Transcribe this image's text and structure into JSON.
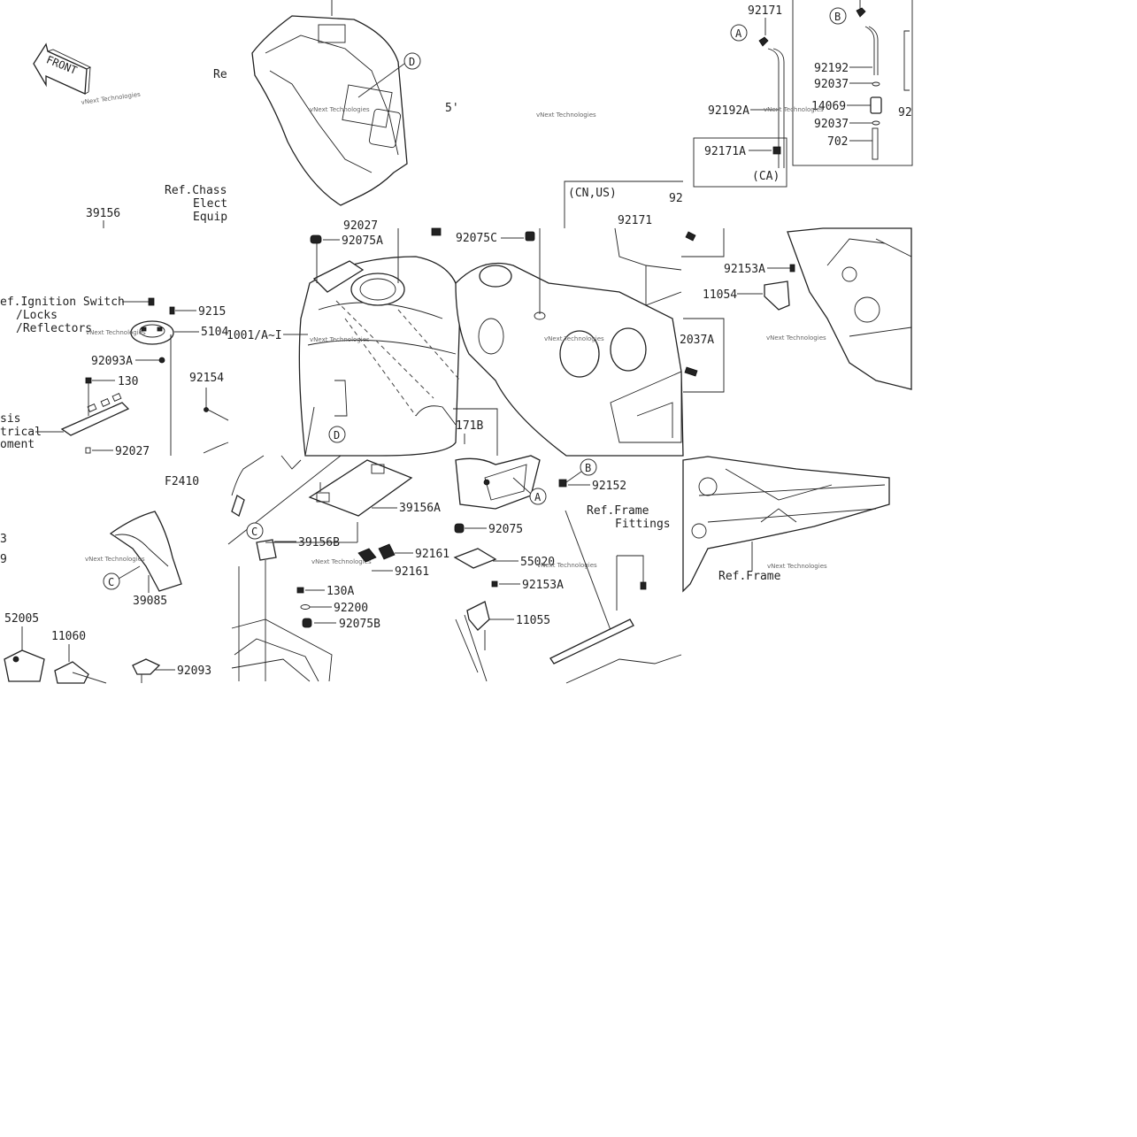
{
  "figure_code": "F2410",
  "front_label": "FRONT",
  "watermark": "vNext Technologies",
  "refs": {
    "re": "Re",
    "ref_chassis": [
      "Ref.Chass",
      "Elect",
      "Equip"
    ],
    "ref_ignition": [
      "ef.Ignition Switch",
      "/Locks",
      "/Reflectors"
    ],
    "ref_electrical": [
      "sis",
      "trical",
      "oment"
    ],
    "ref_frame_fittings": [
      "Ref.Frame",
      "Fittings"
    ],
    "ref_frame": "Ref.Frame",
    "region_cn_us": "(CN,US)",
    "region_ca": "(CA)"
  },
  "callouts": {
    "a": "A",
    "b": "B",
    "c": "C",
    "d": "D"
  },
  "part_numbers": {
    "p92171_top": "92171",
    "p92192": "92192",
    "p92037_1": "92037",
    "p92192a": "92192A",
    "p14069": "14069",
    "p92037_2": "92037",
    "p702": "702",
    "p92171a": "92171A",
    "p92_right": "92",
    "p92_mid": "92",
    "p92171_mid": "92171",
    "p39156": "39156",
    "p92027_top": "92027",
    "p92075a": "92075A",
    "p92075c": "92075C",
    "p51": "5'",
    "p92153a_1": "92153A",
    "p11054": "11054",
    "p9215": "9215",
    "p5104": "5104",
    "p1001": "1001/A~I",
    "p92093a": "92093A",
    "p130": "130",
    "p92154": "92154",
    "p92037a": "2037A",
    "p171b": "171B",
    "p92027_bot": "92027",
    "p39156a": "39156A",
    "p39156b": "39156B",
    "p92161_1": "92161",
    "p92161_2": "92161",
    "p130a": "130A",
    "p92200": "92200",
    "p92075b": "92075B",
    "p92152": "92152",
    "p92075": "92075",
    "p55020": "55020",
    "p92153a_2": "92153A",
    "p11055": "11055",
    "p3": "3",
    "p9": "9",
    "p39085": "39085",
    "p52005": "52005",
    "p11060": "11060",
    "p92093": "92093"
  }
}
